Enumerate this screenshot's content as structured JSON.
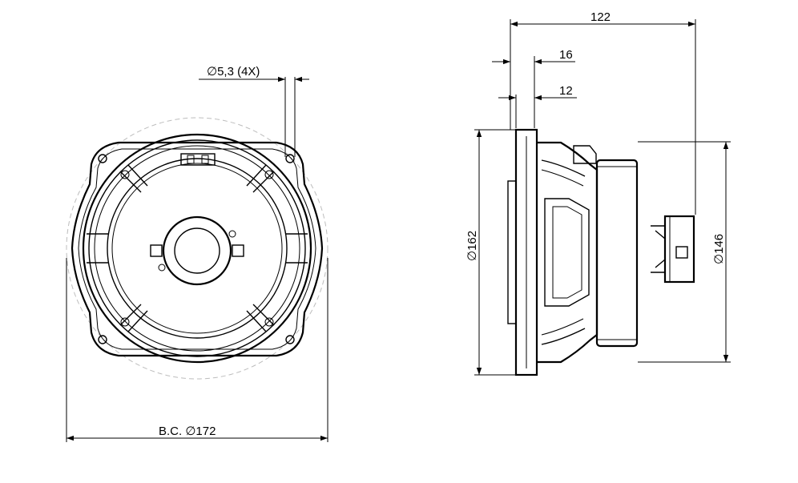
{
  "dimensions": {
    "hole": "∅5,3 (4X)",
    "depth_total": "122",
    "flange_a": "16",
    "flange_b": "12",
    "front_diameter": "∅162",
    "magnet_diameter": "∅146",
    "bolt_circle": "B.C. ∅172"
  },
  "colors": {
    "line": "#000000",
    "hidden": "#bdbdbd",
    "background": "#ffffff"
  }
}
